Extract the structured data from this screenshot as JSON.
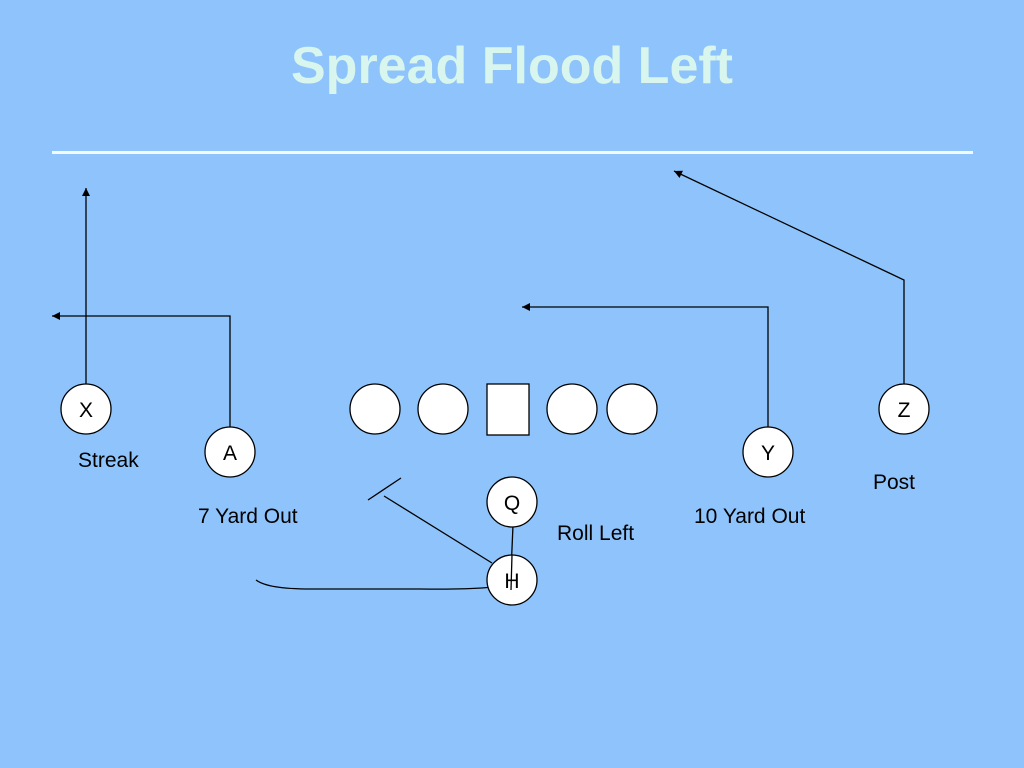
{
  "title": "Spread Flood Left",
  "colors": {
    "background": "#8ec4fb",
    "title": "#d8f6ee",
    "rule": "#f2fbff",
    "ink": "#000000",
    "player_fill": "#ffffff"
  },
  "players": {
    "x": "X",
    "a": "A",
    "y": "Y",
    "z": "Z",
    "q": "Q",
    "h": "H"
  },
  "routes": {
    "streak": "Streak",
    "seven_yard_out": "7 Yard Out",
    "roll_left": "Roll Left",
    "ten_yard_out": "10 Yard Out",
    "post": "Post"
  }
}
